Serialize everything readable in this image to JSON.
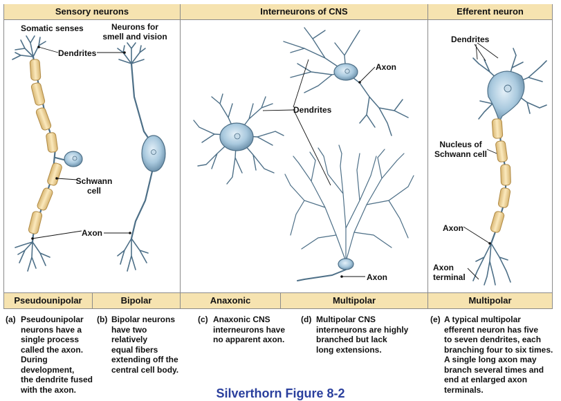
{
  "headers": {
    "sensory": "Sensory neurons",
    "interneurons": "Interneurons of CNS",
    "efferent": "Efferent neuron"
  },
  "footers": {
    "pseudounipolar": "Pseudounipolar",
    "bipolar": "Bipolar",
    "anaxonic": "Anaxonic",
    "multipolar_cns": "Multipolar",
    "multipolar_efferent": "Multipolar"
  },
  "labels": {
    "somatic_senses": "Somatic senses",
    "neurons_smell_vision": "Neurons for\nsmell and vision",
    "dendrites_a": "Dendrites",
    "schwann_cell": "Schwann\ncell",
    "axon_a": "Axon",
    "dendrites_cns": "Dendrites",
    "axon_d_top": "Axon",
    "axon_d_bottom": "Axon",
    "dendrites_e": "Dendrites",
    "nucleus_schwann": "Nucleus of\nSchwann cell",
    "axon_e": "Axon",
    "axon_terminal": "Axon\nterminal"
  },
  "captions": [
    {
      "letter": "(a)",
      "text": "Pseudounipolar\nneurons have a\nsingle process\ncalled the axon.\nDuring development,\nthe dendrite fused\nwith the axon."
    },
    {
      "letter": "(b)",
      "text": "Bipolar neurons\nhave two relatively\nequal fibers\nextending off the\ncentral cell body."
    },
    {
      "letter": "(c)",
      "text": "Anaxonic CNS\ninterneurons have\nno apparent axon."
    },
    {
      "letter": "(d)",
      "text": "Multipolar CNS\ninterneurons are highly\nbranched but lack\nlong extensions."
    },
    {
      "letter": "(e)",
      "text": "A typical multipolar\nefferent neuron has five\nto seven dendrites, each\nbranching four to six times.\nA single long axon may\nbranch several times and\nend at enlarged axon\nterminals."
    }
  ],
  "credit": "Silverthorn Figure 8-2",
  "colors": {
    "header_fill": "#f6e3b0",
    "neuron_fill": "#a9c9de",
    "neuron_stroke": "#4d6f87",
    "myelin_fill": "#f3d89c",
    "credit_color": "#2a3f9d"
  }
}
